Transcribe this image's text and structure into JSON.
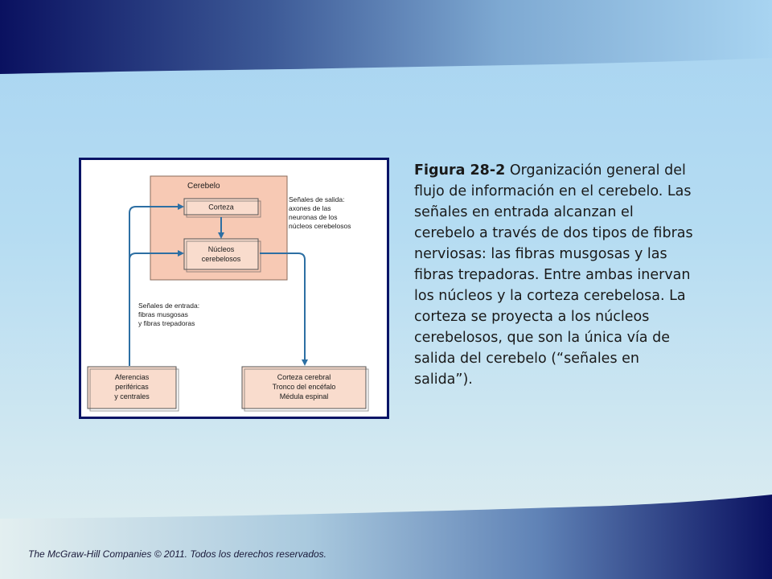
{
  "diagram": {
    "cerebelo_label": "Cerebelo",
    "corteza_label": "Corteza",
    "nucleos_label": [
      "Núcleos",
      "cerebelosos"
    ],
    "salida_label": [
      "Señales de salida:",
      "axones de las",
      "neuronas de los",
      "núcleos cerebelosos"
    ],
    "entrada_label": [
      "Señales de entrada:",
      "fibras musgosas",
      "y fibras trepadoras"
    ],
    "aferencias_label": [
      "Aferencias",
      "periféricas",
      "y centrales"
    ],
    "destinos_label": [
      "Corteza cerebral",
      "Tronco del encéfalo",
      "Médula espinal"
    ]
  },
  "caption": {
    "figure_label": "Figura 28-2",
    "text": " Organización general del flujo de información en el cerebelo. Las señales en entrada alcanzan el cerebelo a través de dos tipos de fibras nerviosas: las fibras musgosas y las fibras trepadoras. Entre ambas inervan los núcleos y la corteza cerebelosa. La corteza se proyecta a los núcleos cerebelosos, que son la única vía de salida del cerebelo (“señales en salida”)."
  },
  "footer": "The McGraw-Hill Companies © 2011. Todos los derechos reservados.",
  "colors": {
    "banner_dark": "#0a1160",
    "banner_light": "#a8d4f1",
    "cerebelo_fill": "#f7c9b4",
    "box_fill": "#f9dccd",
    "arrow": "#2d6fa3"
  }
}
